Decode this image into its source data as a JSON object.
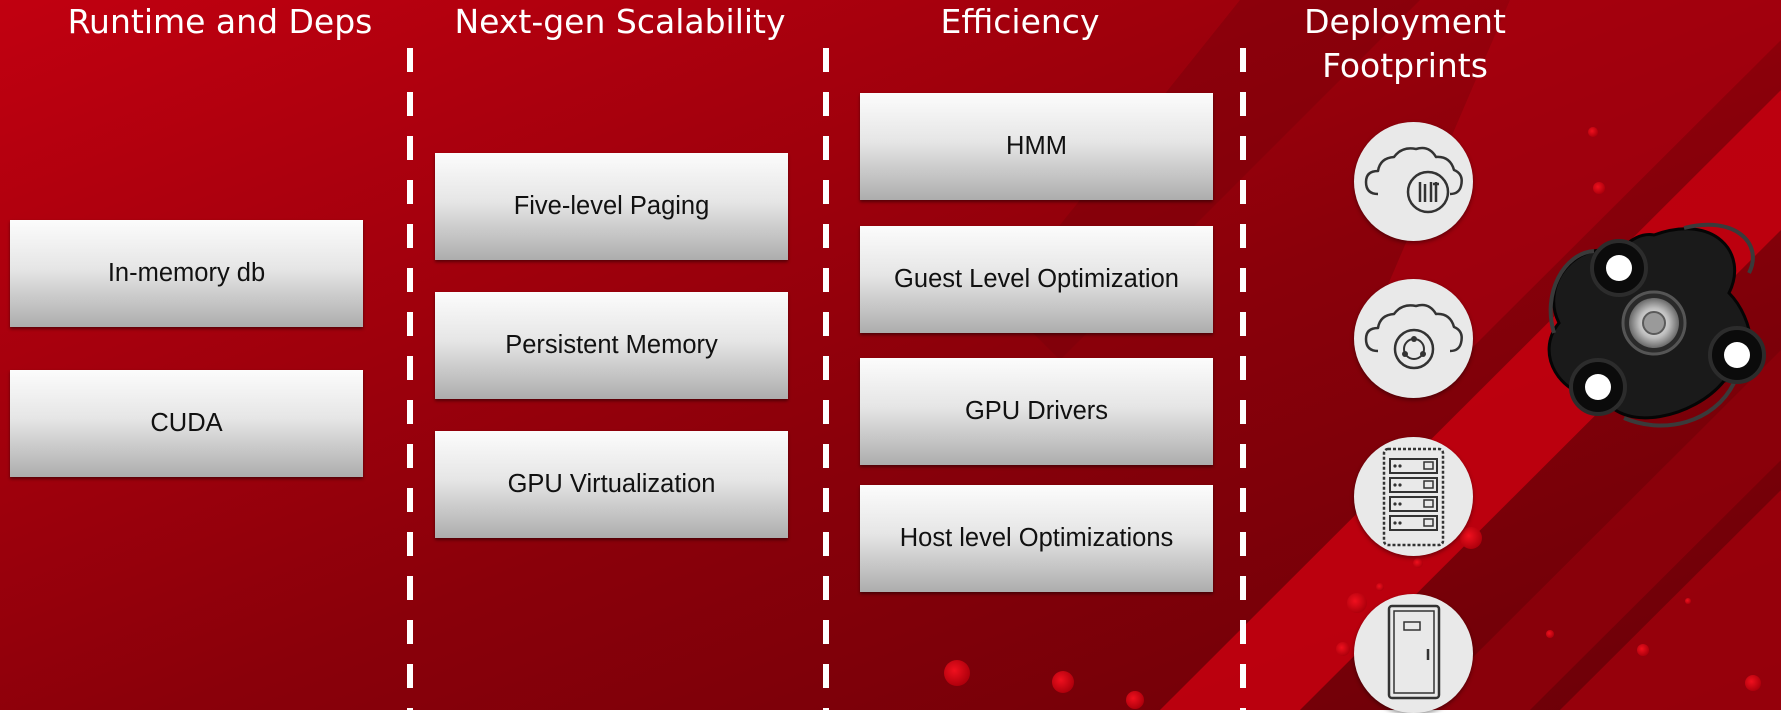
{
  "columns": [
    {
      "heading": "Runtime and Deps",
      "items": [
        "In-memory db",
        "CUDA"
      ]
    },
    {
      "heading": "Next-gen Scalability",
      "items": [
        "Five-level Paging",
        "Persistent Memory",
        "GPU Virtualization"
      ]
    },
    {
      "heading": "Efficiency",
      "items": [
        "HMM",
        "Guest Level Optimization",
        "GPU Drivers",
        "Host level Optimizations"
      ]
    },
    {
      "heading_line1": "Deployment",
      "heading_line2": "Footprints",
      "icons": [
        "cloud-tools-icon",
        "cloud-network-icon",
        "server-rack-icon",
        "cabinet-icon"
      ]
    }
  ],
  "decoration": "fidget-spinner-icon",
  "colors": {
    "background_dark": "#6e0008",
    "background_red": "#c4000f",
    "box_top": "#fcfcfc",
    "box_bottom": "#adadad",
    "text": "#111111",
    "heading": "#ffffff"
  }
}
